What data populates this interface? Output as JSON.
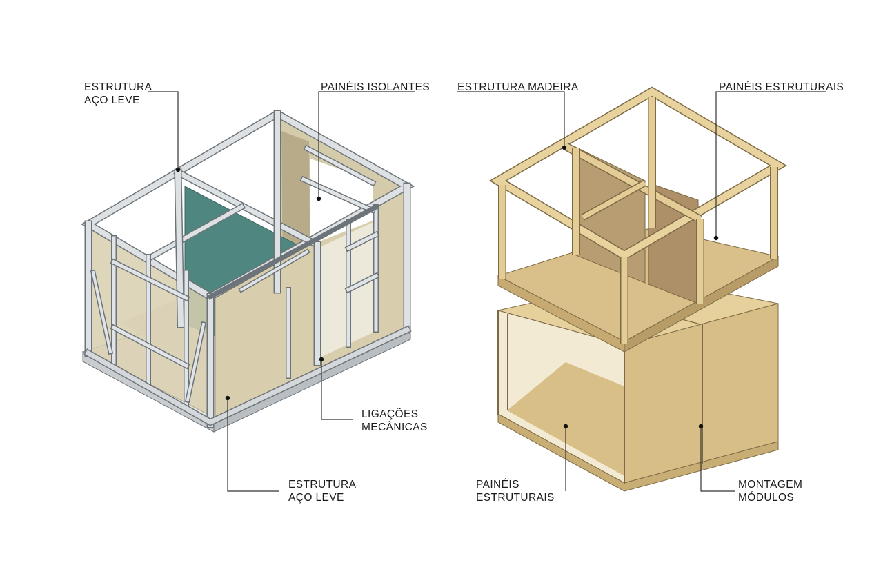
{
  "colors": {
    "steel_fill": "#d9dde0",
    "steel_edge": "#6d7479",
    "insulation_panel": "#d6ccac",
    "insulation_dark": "#b8ab8a",
    "green_panel": "#4f8680",
    "floor_light": "#e4e4e2",
    "wood_light": "#e9d7a8",
    "wood_mid": "#d8bf87",
    "wood_dark": "#b89c68",
    "wood_edge": "#7d6a45",
    "leader_line": "#333333"
  },
  "left_module": {
    "labels": {
      "top_left": [
        "ESTRUTURA",
        "AÇO LEVE"
      ],
      "top_right": [
        "PAINÉIS ISOLANTES"
      ],
      "mid_right": [
        "LIGAÇÕES",
        "MECÂNICAS"
      ],
      "bottom": [
        "ESTRUTURA",
        "AÇO LEVE"
      ]
    }
  },
  "right_module": {
    "labels": {
      "top_left": [
        "ESTRUTURA MADEIRA"
      ],
      "top_right": [
        "PAINÉIS ESTRUTURAIS"
      ],
      "bottom_left": [
        "PAINÉIS",
        "ESTRUTURAIS"
      ],
      "bottom_right": [
        "MONTAGEM",
        "MÓDULOS"
      ]
    }
  }
}
